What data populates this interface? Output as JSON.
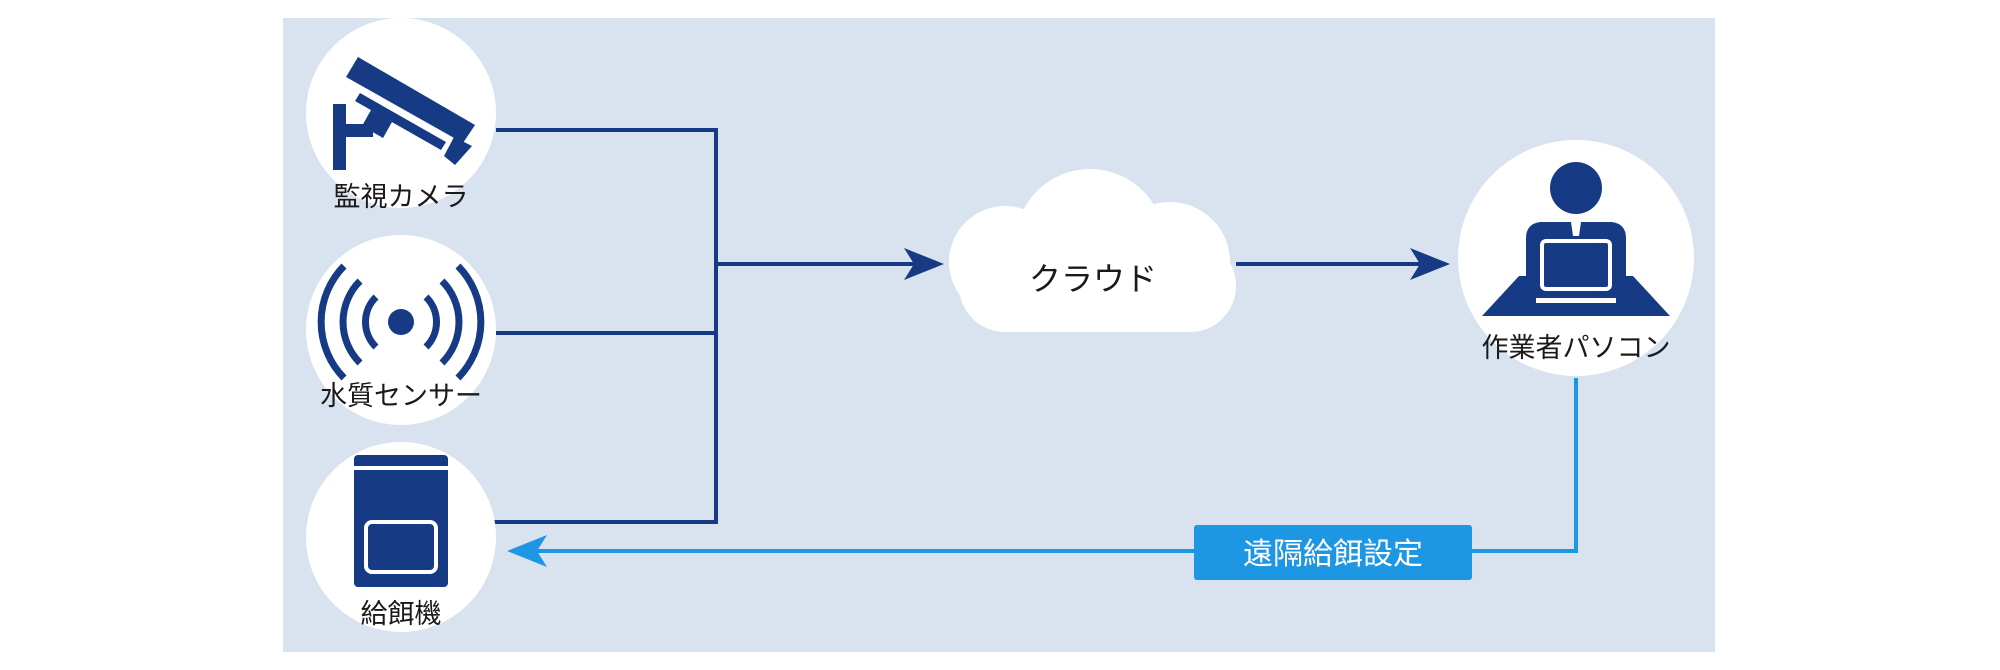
{
  "colors": {
    "panel_background": "#d9e3f0",
    "node_background": "#ffffff",
    "icon_navy": "#163a84",
    "data_line": "#163a84",
    "control_line": "#1d96e3",
    "badge_background": "#1d96e3",
    "text": "#1a1a1a"
  },
  "nodes": {
    "camera": {
      "label": "監視カメラ",
      "icon": "security-camera-icon"
    },
    "sensor": {
      "label": "水質センサー",
      "icon": "wireless-signal-icon"
    },
    "feeder": {
      "label": "給餌機",
      "icon": "feeder-machine-icon"
    },
    "cloud": {
      "label": "クラウド",
      "icon": "cloud-icon"
    },
    "operator_pc": {
      "label": "作業者パソコン",
      "icon": "operator-at-computer-icon"
    }
  },
  "remote_control": {
    "label": "遠隔給餌設定"
  }
}
